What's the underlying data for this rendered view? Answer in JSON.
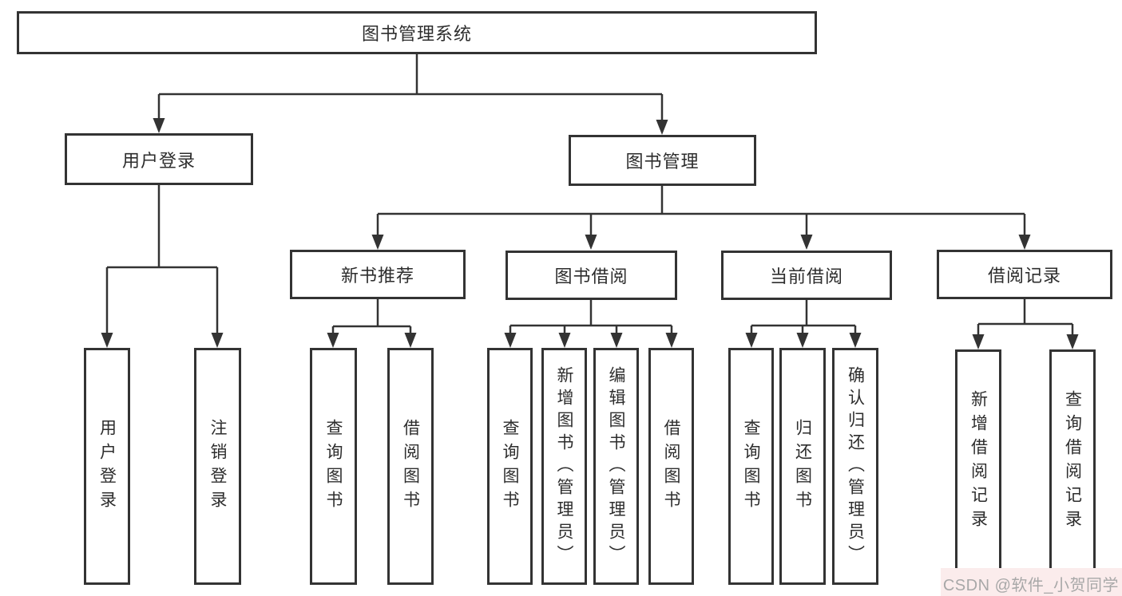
{
  "diagram": {
    "root": {
      "label": "图书管理系统"
    },
    "level2": [
      {
        "label": "用户登录"
      },
      {
        "label": "图书管理"
      }
    ],
    "level3": [
      {
        "label": "新书推荐"
      },
      {
        "label": "图书借阅"
      },
      {
        "label": "当前借阅"
      },
      {
        "label": "借阅记录"
      }
    ],
    "leaves": {
      "user_login": [
        "用户登录",
        "注销登录"
      ],
      "new_book_recommend": [
        "查询图书",
        "借阅图书"
      ],
      "book_borrow": [
        "查询图书",
        "新增图书（管理员）",
        "编辑图书（管理员）",
        "借阅图书"
      ],
      "current_borrow": [
        "查询图书",
        "归还图书",
        "确认归还（管理员）"
      ],
      "borrow_record": [
        "新增借阅记录",
        "查询借阅记录"
      ]
    }
  },
  "watermark": {
    "text": "CSDN @软件_小贺同学"
  },
  "colors": {
    "line": "#333333",
    "text": "#2d2d2d",
    "watermark": "#a8a8a8"
  }
}
